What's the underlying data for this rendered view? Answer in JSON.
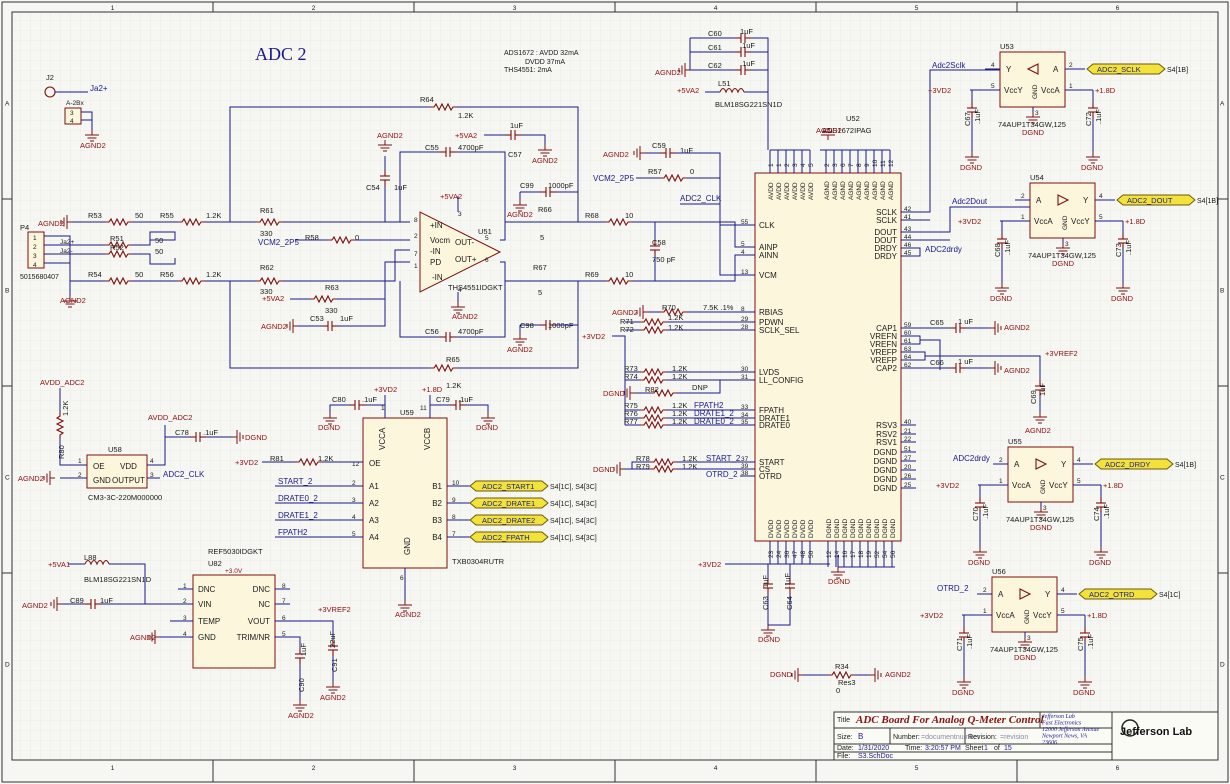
{
  "sheet": {
    "title": "ADC 2",
    "notes": [
      "ADS1672 : AVDD 32mA",
      "DVDD 37mA",
      "THS4551: 2mA"
    ],
    "border_cols": [
      "1",
      "2",
      "3",
      "4",
      "5",
      "6"
    ],
    "border_rows": [
      "A",
      "B",
      "C",
      "D"
    ]
  },
  "power": {
    "agnd2": "AGND2",
    "dgnd": "DGND",
    "p5va2": "+5VA2",
    "p5va1": "+5VA1",
    "p3vd2": "+3VD2",
    "p18d": "+1.8D",
    "p3vref2": "+3VREF2",
    "avdd_adc2": "AVDD_ADC2"
  },
  "nets": {
    "vcm2_2p5": "VCM2_2P5",
    "adc2_clk": "ADC2_CLK",
    "adc2drdy": "ADC2drdy",
    "adc2dout": "Adc2Dout",
    "adc2sclk": "Adc2Sclk",
    "otrd_2": "OTRD_2",
    "start_2": "START_2",
    "drate0_2": "DRATE0_2",
    "drate1_2": "DRATE1_2",
    "fpath2": "FPATH2",
    "dnp": "DNP",
    "ja2": "Ja2+"
  },
  "connectors": {
    "j2": {
      "ref": "J2",
      "part": "A-2Bx",
      "pins": [
        "3",
        "4"
      ]
    },
    "p4": {
      "ref": "P4",
      "part": "5015680407",
      "pins": [
        "1",
        "2",
        "3",
        "4"
      ],
      "nets": [
        "Ja2+",
        "Ja2-"
      ]
    }
  },
  "resistors": {
    "r53": {
      "ref": "R53",
      "value": "50"
    },
    "r55": {
      "ref": "R55",
      "value": "1.2K"
    },
    "r51": {
      "ref": "R51",
      "value": "50"
    },
    "r52": {
      "ref": "R52",
      "value": "50"
    },
    "r54": {
      "ref": "R54",
      "value": "50"
    },
    "r56": {
      "ref": "R56",
      "value": "1.2K"
    },
    "r64": {
      "ref": "R64",
      "value": "1.2K"
    },
    "r65": {
      "ref": "R65",
      "value": "1.2K"
    },
    "r61": {
      "ref": "R61",
      "value": "330"
    },
    "r62": {
      "ref": "R62",
      "value": "330"
    },
    "r58": {
      "ref": "R58",
      "value": "0"
    },
    "r63": {
      "ref": "R63",
      "value": "330"
    },
    "r66": {
      "ref": "R66",
      "value": "5"
    },
    "r67": {
      "ref": "R67",
      "value": "5"
    },
    "r68": {
      "ref": "R68",
      "value": "10"
    },
    "r69": {
      "ref": "R69",
      "value": "10"
    },
    "r57": {
      "ref": "R57",
      "value": "0"
    },
    "r70": {
      "ref": "R70",
      "value": "7.5K .1%"
    },
    "r71": {
      "ref": "R71",
      "value": "1.2K"
    },
    "r72": {
      "ref": "R72",
      "value": "1.2K"
    },
    "r73": {
      "ref": "R73",
      "value": "1.2K"
    },
    "r74": {
      "ref": "R74",
      "value": "1.2K"
    },
    "r82": {
      "ref": "R82",
      "value": "DNP"
    },
    "r75": {
      "ref": "R75",
      "value": "1.2K"
    },
    "r76": {
      "ref": "R76",
      "value": "1.2K"
    },
    "r77": {
      "ref": "R77",
      "value": "1.2K"
    },
    "r78": {
      "ref": "R78",
      "value": "1.2K"
    },
    "r79": {
      "ref": "R79",
      "value": "1.2K"
    },
    "r80": {
      "ref": "R80",
      "value": "1.2K"
    },
    "r81": {
      "ref": "R81",
      "value": "1.2K"
    },
    "r34": {
      "ref": "R34",
      "value": "Res3",
      "value2": "0"
    }
  },
  "capacitors": {
    "c60": {
      "ref": "C60",
      "value": "1uF"
    },
    "c61": {
      "ref": "C61",
      "value": ".1uF"
    },
    "c62": {
      "ref": "C62",
      "value": ".1uF"
    },
    "c54": {
      "ref": "C54",
      "value": "1uF"
    },
    "c55": {
      "ref": "C55",
      "value": "4700pF"
    },
    "c57": {
      "ref": "C57",
      "value": "1uF"
    },
    "c59": {
      "ref": "C59",
      "value": "1uF"
    },
    "c99": {
      "ref": "C99",
      "value": "1000pF"
    },
    "c58": {
      "ref": "C58",
      "value": "750 pF"
    },
    "c53": {
      "ref": "C53",
      "value": "1uF"
    },
    "c56": {
      "ref": "C56",
      "value": "4700pF"
    },
    "c98": {
      "ref": "C98",
      "value": "1000pF"
    },
    "c80": {
      "ref": "C80",
      "value": ".1uF"
    },
    "c79": {
      "ref": "C79",
      "value": ".1uF"
    },
    "c78": {
      "ref": "C78",
      "value": ".1uF"
    },
    "c89": {
      "ref": "C89",
      "value": "1uF"
    },
    "c90": {
      "ref": "C90",
      "value": "1uF"
    },
    "c91": {
      "ref": "C91",
      "value": "22uF"
    },
    "c63": {
      "ref": "C63",
      "value": "1uF"
    },
    "c64": {
      "ref": "C64",
      "value": ".1uF"
    },
    "c65": {
      "ref": "C65",
      "value": "1 uF"
    },
    "c66": {
      "ref": "C66",
      "value": "1 uF"
    },
    "c69": {
      "ref": "C69",
      "value": "1uF"
    },
    "c67": {
      "ref": "C67",
      "value": ".1uF"
    },
    "c72": {
      "ref": "C72",
      "value": ".1uF"
    },
    "c68": {
      "ref": "C68",
      "value": ".1uF"
    },
    "c73": {
      "ref": "C73",
      "value": ".1uF"
    },
    "c70": {
      "ref": "C70",
      "value": ".1uF"
    },
    "c74": {
      "ref": "C74",
      "value": ".1uF"
    },
    "c71": {
      "ref": "C71",
      "value": ".1uF"
    },
    "c75": {
      "ref": "C75",
      "value": ".1uF"
    }
  },
  "inductors": {
    "l51": {
      "ref": "L51",
      "part": "BLM18SG221SN1D"
    },
    "l88": {
      "ref": "L88",
      "part": "BLM18SG221SN1D"
    }
  },
  "ths": {
    "ref": "U51",
    "part": "THS4551IDGKT",
    "p_inp": "+IN",
    "p_vocm": "Vocm",
    "p_inn": "-IN",
    "p_pd": "PD",
    "p_outm": "OUT-",
    "p_outp": "OUT+",
    "n8": "8",
    "n2": "2",
    "n7": "7",
    "n1": "1",
    "n3": "3",
    "n4": "4",
    "n5": "5",
    "n6": "6"
  },
  "adc": {
    "ref": "U52",
    "part": "ADS1672IPAG",
    "left_pins": [
      {
        "name": "CLK",
        "num": "55"
      },
      {
        "name": "AINP",
        "num": "5"
      },
      {
        "name": "AINN",
        "num": "4"
      },
      {
        "name": "VCM",
        "num": "13"
      },
      {
        "name": "RBIAS",
        "num": "8"
      },
      {
        "name": "PDWN",
        "num": "29"
      },
      {
        "name": "SCLK_SEL",
        "num": "28"
      },
      {
        "name": "LVDS",
        "num": "30"
      },
      {
        "name": "LL_CONFIG",
        "num": "31"
      },
      {
        "name": "FPATH",
        "num": "33"
      },
      {
        "name": "DRATE1",
        "num": "34"
      },
      {
        "name": "DRATE0",
        "num": "35"
      },
      {
        "name": "START",
        "num": "37"
      },
      {
        "name": "CS",
        "num": "39"
      },
      {
        "name": "OTRD",
        "num": "38"
      }
    ],
    "right_pins": [
      {
        "name": "SCLK",
        "num": "42"
      },
      {
        "name": "SCLK",
        "num": "41"
      },
      {
        "name": "DOUT",
        "num": "43"
      },
      {
        "name": "DOUT",
        "num": "44"
      },
      {
        "name": "DRDY",
        "num": "46"
      },
      {
        "name": "DRDY",
        "num": "45"
      },
      {
        "name": "CAP1",
        "num": "59"
      },
      {
        "name": "VREFN",
        "num": "60"
      },
      {
        "name": "VREFN",
        "num": "61"
      },
      {
        "name": "VREFP",
        "num": "63"
      },
      {
        "name": "VREFP",
        "num": "64"
      },
      {
        "name": "CAP2",
        "num": "62"
      },
      {
        "name": "RSV3",
        "num": "40"
      },
      {
        "name": "RSV2",
        "num": "21"
      },
      {
        "name": "RSV1",
        "num": "22"
      },
      {
        "name": "DGND",
        "num": "51"
      },
      {
        "name": "DGND",
        "num": "27"
      },
      {
        "name": "DGND",
        "num": "20"
      },
      {
        "name": "DGND",
        "num": "26"
      },
      {
        "name": "DGND",
        "num": "25"
      }
    ],
    "top_pins": [
      "AVDD",
      "AVDD",
      "AVDD",
      "AVDD",
      "AVDD",
      "AVDD",
      "AGND",
      "AGND",
      "AGND",
      "AGND",
      "AGND",
      "AGND",
      "AGND",
      "AGND",
      "AGND"
    ],
    "top_nums": [
      "1",
      "1",
      "2",
      "3",
      "4",
      "5",
      "2",
      "3",
      "6",
      "7",
      "8",
      "9",
      "10",
      "11",
      "12"
    ],
    "bottom_pins": [
      "DVDD",
      "DVDD",
      "DVDD",
      "DVDD",
      "DVDD",
      "DVDD",
      "DGND",
      "DGND",
      "DGND",
      "DGND",
      "DGND",
      "DGND",
      "DGND",
      "DGND",
      "DGND"
    ],
    "bottom_nums": [
      "23",
      "24",
      "36",
      "47",
      "48",
      "50",
      "12",
      "14",
      "16",
      "17",
      "18",
      "19",
      "52",
      "54",
      "56"
    ]
  },
  "buffers": [
    {
      "ref": "U53",
      "part": "74AUP1T34GW,125",
      "a": "A",
      "y": "Y",
      "vcca": "VccA",
      "vccy": "VccY",
      "gnd": "GND",
      "n1": "1",
      "n2": "2",
      "n3": "3",
      "n4": "4",
      "n5": "5",
      "ycap": "C67",
      "acap": "C72"
    },
    {
      "ref": "U54",
      "part": "74AUP1T34GW,125",
      "a": "A",
      "y": "Y",
      "vcca": "VccA",
      "vccy": "VccY",
      "gnd": "GND",
      "n1": "1",
      "n2": "2",
      "n3": "3",
      "n4": "4",
      "n5": "5"
    },
    {
      "ref": "U55",
      "part": "74AUP1T34GW,125",
      "a": "A",
      "y": "Y",
      "vcca": "VccA",
      "vccy": "VccY",
      "gnd": "GND",
      "n1": "1",
      "n2": "2",
      "n3": "3",
      "n4": "4",
      "n5": "5"
    },
    {
      "ref": "U56",
      "part": "74AUP1T34GW,125",
      "a": "A",
      "y": "Y",
      "vcca": "VccA",
      "vccy": "VccY",
      "gnd": "GND",
      "n1": "1",
      "n2": "2",
      "n3": "3",
      "n4": "4",
      "n5": "5"
    }
  ],
  "ports": {
    "adc2_sclk": {
      "label": "ADC2_SCLK",
      "ref": "S4[1B]"
    },
    "adc2_dout": {
      "label": "ADC2_DOUT",
      "ref": "S4[1B]"
    },
    "adc2_drdy": {
      "label": "ADC2_DRDY",
      "ref": "S4[1B]"
    },
    "adc2_otrd": {
      "label": "ADC2_OTRD",
      "ref": "S4[1C]"
    },
    "adc2_start1": {
      "label": "ADC2_START1",
      "ref": "S4[1C], S4[3C]"
    },
    "adc2_drate1": {
      "label": "ADC2_DRATE1",
      "ref": "S4[1C], S4[3C]"
    },
    "adc2_drate2": {
      "label": "ADC2_DRATE2",
      "ref": "S4[1C], S4[3C]"
    },
    "adc2_fpath": {
      "label": "ADC2_FPATH",
      "ref": "S4[1C], S4[3C]"
    }
  },
  "u59": {
    "ref": "U59",
    "part": "TXB0304RUTR",
    "vcca": "VCCA",
    "vccb": "VCCB",
    "gnd": "GND",
    "oe": "OE",
    "a": [
      "A1",
      "A2",
      "A3",
      "A4"
    ],
    "b": [
      "B1",
      "B2",
      "B3",
      "B4"
    ],
    "na": [
      "2",
      "3",
      "4",
      "5"
    ],
    "nb": [
      "10",
      "9",
      "8",
      "7"
    ],
    "noe": "12",
    "ngnd": "6",
    "nvcca": "1",
    "nvccb": "11",
    "ins": [
      "START_2",
      "DRATE0_2",
      "DRATE1_2",
      "FPATH2"
    ]
  },
  "u58": {
    "ref": "U58",
    "part": "CM3-3C-220M000000",
    "oe": "OE",
    "vdd": "VDD",
    "gnd": "GND",
    "out": "OUTPUT",
    "n1": "1",
    "n2": "2",
    "n3": "3",
    "n4": "4"
  },
  "u82": {
    "ref": "U82",
    "part": "REF5030IDGKT",
    "sub": "+3.0V",
    "l": [
      "DNC",
      "VIN",
      "TEMP",
      "GND"
    ],
    "r": [
      "DNC",
      "NC",
      "VOUT",
      "TRIM/NR"
    ],
    "ln": [
      "1",
      "2",
      "3",
      "4"
    ],
    "rn": [
      "8",
      "7",
      "6",
      "5"
    ]
  },
  "titleblock": {
    "title_label": "Title",
    "title": "ADC Board For Analog Q-Meter Control",
    "size_label": "Size:",
    "size": "B",
    "number_label": "Number:",
    "number": "=documentnumber",
    "revision_label": "Revision:",
    "revision": "=revision",
    "date_label": "Date:",
    "date": "1/31/2020",
    "time_label": "Time:",
    "time": "3:20:57 PM",
    "sheet_label": "Sheet",
    "sheet": "1",
    "of_label": "of",
    "of": "15",
    "file_label": "File:",
    "file": "S3.SchDoc",
    "company": [
      "Jefferson Lab",
      "Fast Electronics",
      "12000 Jefferson Avenue",
      "Newport News, VA",
      "23606"
    ],
    "logo": "Jefferson Lab"
  }
}
